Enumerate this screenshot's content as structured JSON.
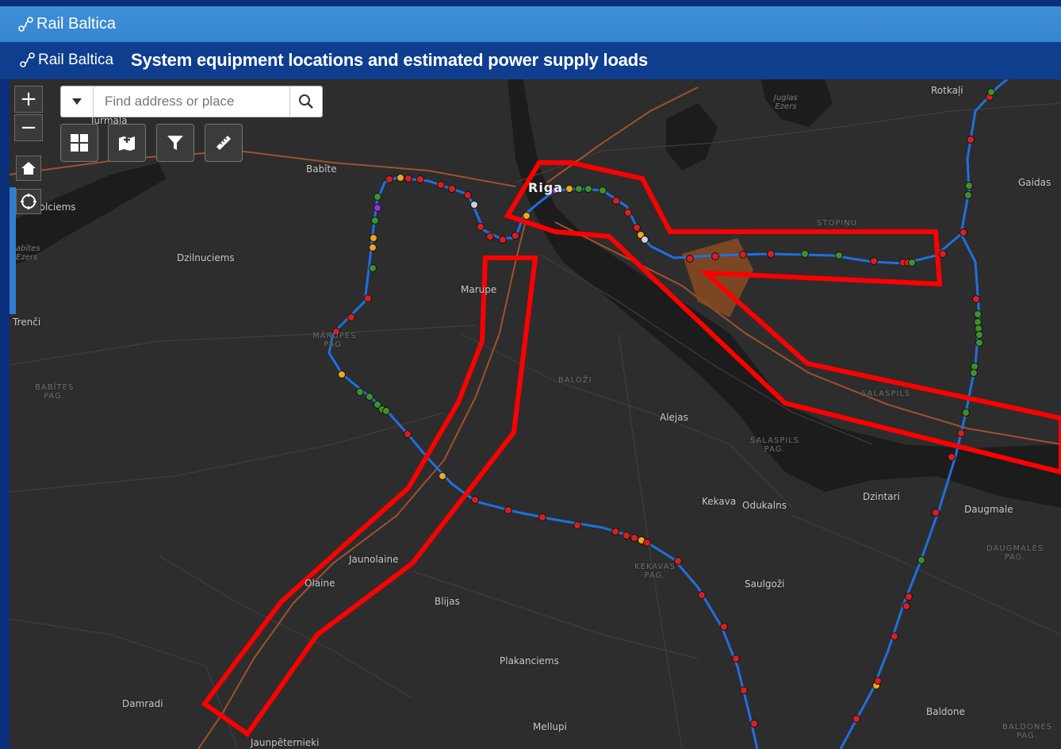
{
  "brand": {
    "name": "Rail Baltica"
  },
  "header": {
    "title": "System equipment locations and estimated power supply loads"
  },
  "search": {
    "placeholder": "Find address or place"
  },
  "tools": {
    "zoom_in": "+",
    "zoom_out": "−",
    "icons": [
      "basemap-gallery-icon",
      "add-data-icon",
      "filter-icon",
      "measure-icon"
    ]
  },
  "colors": {
    "brand_bar": "#3586cf",
    "title_bar": "#0f3e8f",
    "map_bg": "#2d2d2d",
    "rail_line": "#1f6fe0",
    "highlight": "#ff0000",
    "point_red": "#d81e1e",
    "point_green": "#3f8f2a",
    "point_orange": "#f2a51a",
    "point_white": "#cfcfcf",
    "point_purple": "#9b2fd6",
    "existing_rail": "#a0522d"
  },
  "places": [
    {
      "id": "jurmala",
      "text": "Jurmala",
      "kind": "town"
    },
    {
      "id": "babite",
      "text": "Babīte",
      "kind": "town"
    },
    {
      "id": "riga",
      "text": "Riga",
      "kind": "city"
    },
    {
      "id": "juglas",
      "text": "Juglas\nEzers",
      "kind": "water"
    },
    {
      "id": "rotkalji",
      "text": "Rotkaļi",
      "kind": "town"
    },
    {
      "id": "gaidas",
      "text": "Gaidas",
      "kind": "town"
    },
    {
      "id": "polciems",
      "text": "polciems",
      "kind": "town"
    },
    {
      "id": "babites-ezers",
      "text": "abītes\nEzers",
      "kind": "water"
    },
    {
      "id": "dzilnuciems",
      "text": "Dzilnuciems",
      "kind": "town"
    },
    {
      "id": "stopinu",
      "text": "STOPIŅU",
      "kind": "admin"
    },
    {
      "id": "marupe",
      "text": "Marupe",
      "kind": "town"
    },
    {
      "id": "trenci",
      "text": "Trenči",
      "kind": "town"
    },
    {
      "id": "marupes-pag",
      "text": "MĀRUPES\nPAG.",
      "kind": "admin"
    },
    {
      "id": "babites-pag",
      "text": "BABĪTES\nPAG.",
      "kind": "admin"
    },
    {
      "id": "balozi",
      "text": "BALOŽI",
      "kind": "admin"
    },
    {
      "id": "salaspils",
      "text": "SALASPILS",
      "kind": "admin"
    },
    {
      "id": "alejas",
      "text": "Alejas",
      "kind": "town"
    },
    {
      "id": "salaspils-pag",
      "text": "SALASPILS\nPAG.",
      "kind": "admin"
    },
    {
      "id": "kekava",
      "text": "Kekava",
      "kind": "town"
    },
    {
      "id": "odukalns",
      "text": "Odukalns",
      "kind": "town"
    },
    {
      "id": "dzintari",
      "text": "Dzintari",
      "kind": "town"
    },
    {
      "id": "daugmale",
      "text": "Daugmale",
      "kind": "town"
    },
    {
      "id": "daugmales-pag",
      "text": "DAUGMALES\nPAG.",
      "kind": "admin"
    },
    {
      "id": "jaunolaine",
      "text": "Jaunolaine",
      "kind": "town"
    },
    {
      "id": "kekavas-pag",
      "text": "KEKAVAS\nPAG.",
      "kind": "admin"
    },
    {
      "id": "olaine",
      "text": "Olaine",
      "kind": "town"
    },
    {
      "id": "saulgozi",
      "text": "Saulgoži",
      "kind": "town"
    },
    {
      "id": "blijas",
      "text": "Blijas",
      "kind": "town"
    },
    {
      "id": "plakanciems",
      "text": "Plakanciems",
      "kind": "town"
    },
    {
      "id": "damradi",
      "text": "Damradi",
      "kind": "town"
    },
    {
      "id": "baldone",
      "text": "Baldone",
      "kind": "town"
    },
    {
      "id": "mellupi",
      "text": "Mellupi",
      "kind": "town"
    },
    {
      "id": "jaunpeternieki",
      "text": "Jaunpēternieki",
      "kind": "town"
    },
    {
      "id": "baldones-pag",
      "text": "BALDONES\nPAG.",
      "kind": "admin"
    }
  ]
}
